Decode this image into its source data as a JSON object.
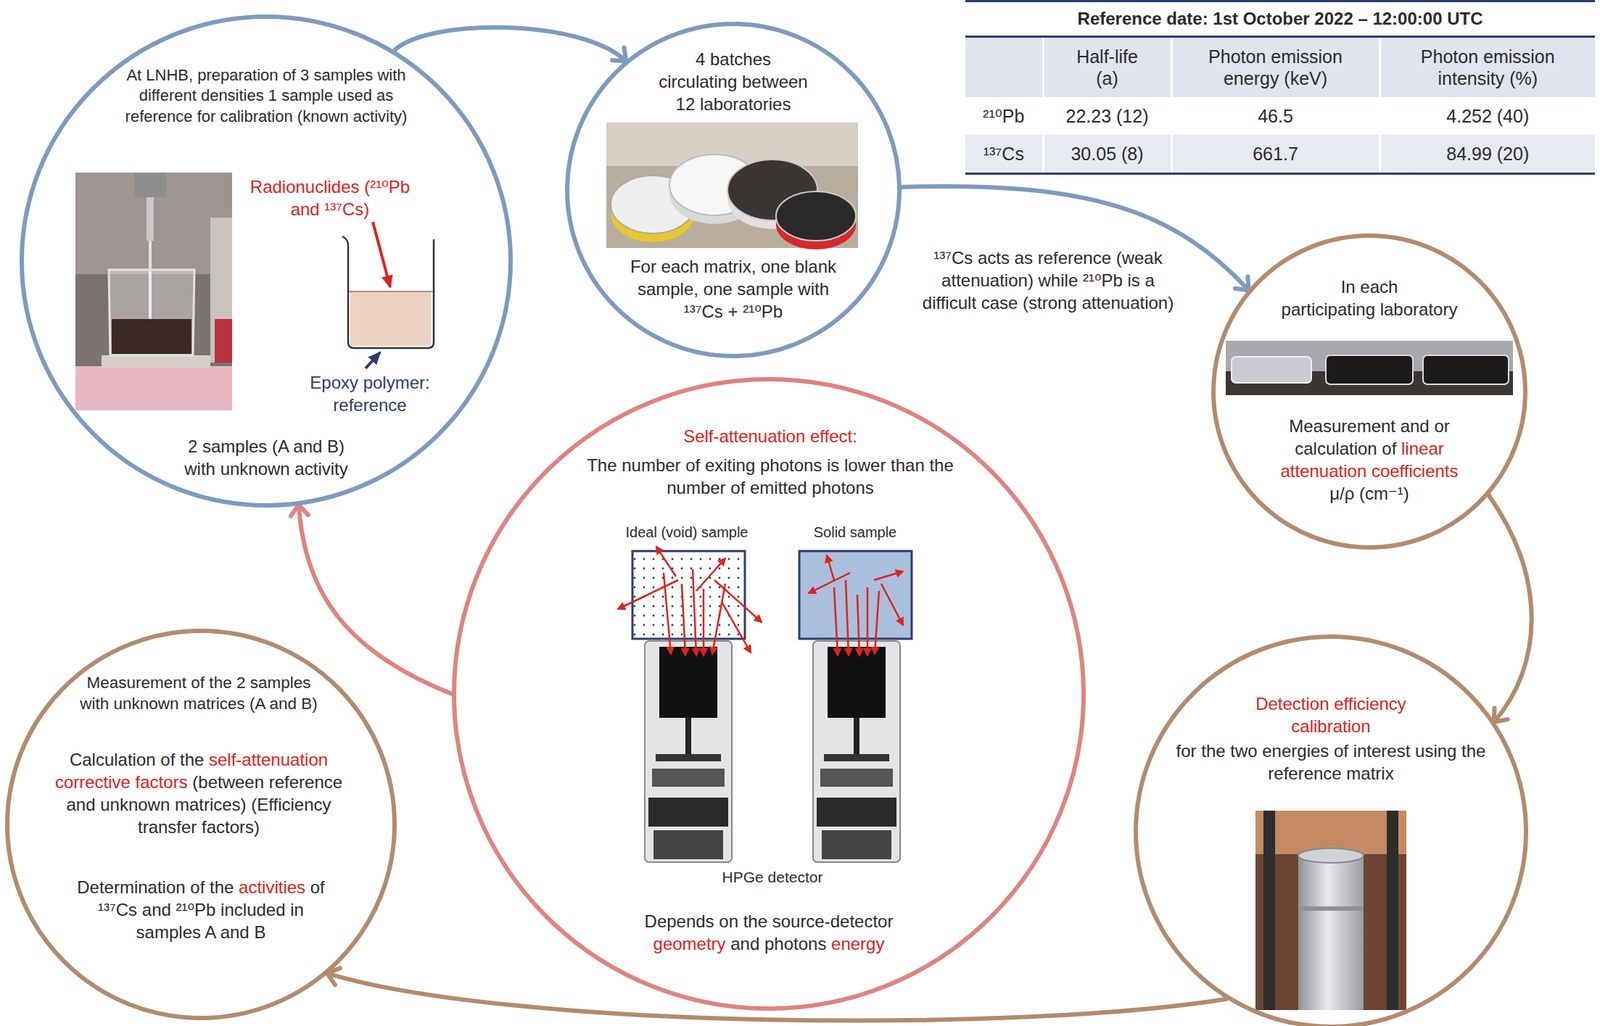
{
  "diagram": {
    "nodes": [
      {
        "text": [
          "At LNHB, preparation of 3 samples with different densities 1 sample used as reference for calibration (known activity)",
          "Radionuclides (²¹⁰Pb and ¹³⁷Cs)",
          "Epoxy polymer: reference",
          "2 samples (A and B) with unknown activity"
        ]
      },
      {
        "text": [
          "4 batches circulating between 12 laboratories",
          "For each matrix, one blank sample, one sample with ¹³⁷Cs + ²¹⁰Pb"
        ]
      },
      {
        "text": [
          "In each participating laboratory",
          "Measurement and or calculation of",
          "linear attenuation coefficients",
          "μ/ρ (cm⁻¹)"
        ]
      },
      {
        "text": [
          "Detection efficiency calibration",
          "for the two energies of interest using the reference matrix"
        ]
      },
      {
        "text": [
          "Self-attenuation effect:",
          "The number of exiting photons is lower than the number of emitted photons",
          "Ideal (void) sample",
          "Solid sample",
          "HPGe detector",
          "Depends on the source-detector",
          "geometry",
          "and photons",
          "energy"
        ]
      },
      {
        "text": [
          "Measurement of the 2 samples with unknown matrices (A and B)",
          "Calculation of the",
          "self-attenuation corrective factors",
          "(between reference and unknown matrices) (Efficiency transfer factors)",
          "Determination of the",
          "activities",
          "of ¹³⁷Cs and ²¹⁰Pb included in samples A and B"
        ]
      }
    ],
    "edges": [
      {
        "from": 0,
        "to": 1,
        "arrow": "to"
      },
      {
        "from": 1,
        "to": 2,
        "label": "¹³⁷Cs acts as reference (weak attenuation) while ²¹⁰Pb is a difficult case (strong attenuation)",
        "arrow": "to"
      },
      {
        "from": 2,
        "to": 3,
        "arrow": "to"
      },
      {
        "from": 3,
        "to": 5,
        "arrow": "to"
      },
      {
        "from": 4,
        "to": 0,
        "arrow": "to"
      }
    ],
    "labels": [
      "Reference date: 1st October 2022 – 12:00:00 UTC",
      "Half-life (a)",
      "Photon emission energy (keV)",
      "Photon emission intensity (%)",
      "²¹⁰Pb",
      "22.23 (12)",
      "46.5",
      "4.252 (40)",
      "¹³⁷Cs",
      "30.05 (8)",
      "661.7",
      "84.99 (20)"
    ]
  }
}
